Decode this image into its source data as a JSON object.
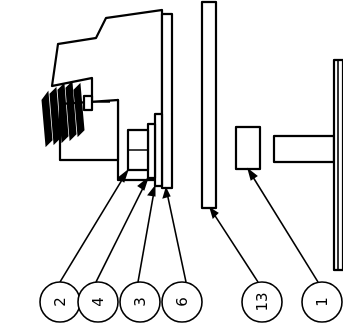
{
  "callouts": [
    {
      "id": "c2",
      "label": "2"
    },
    {
      "id": "c4",
      "label": "4"
    },
    {
      "id": "c3",
      "label": "3"
    },
    {
      "id": "c6",
      "label": "6"
    },
    {
      "id": "c13",
      "label": "13"
    },
    {
      "id": "c1",
      "label": "1"
    }
  ],
  "colors": {
    "line": "#000000",
    "background": "#ffffff"
  }
}
